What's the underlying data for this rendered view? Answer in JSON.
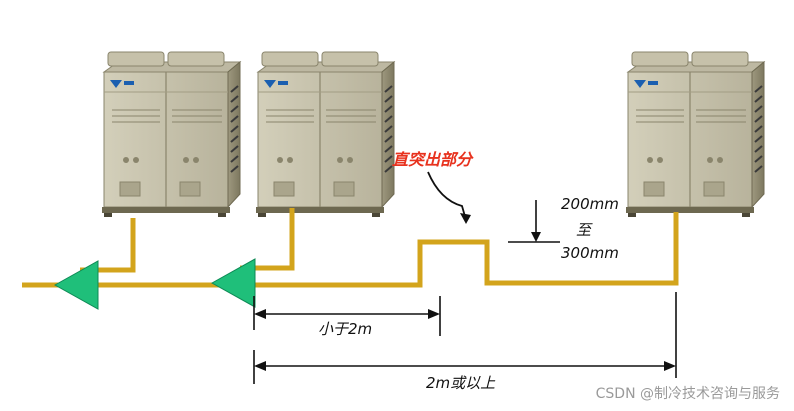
{
  "labels": {
    "protrusion": "直突出部分",
    "height_top": "200mm",
    "height_mid": "至",
    "height_bottom": "300mm",
    "dist_short": "小于2m",
    "dist_long": "2m或以上"
  },
  "units": [
    {
      "name": "outdoor-unit-1"
    },
    {
      "name": "outdoor-unit-2"
    },
    {
      "name": "outdoor-unit-3"
    }
  ],
  "watermark": "CSDN @制冷技术咨询与服务",
  "colors": {
    "pipe": "#d3a41c",
    "arrow": "#1fbf7a",
    "unit_body": "#c9c4ae",
    "unit_dark": "#8d876f",
    "label_red": "#e8321e"
  }
}
